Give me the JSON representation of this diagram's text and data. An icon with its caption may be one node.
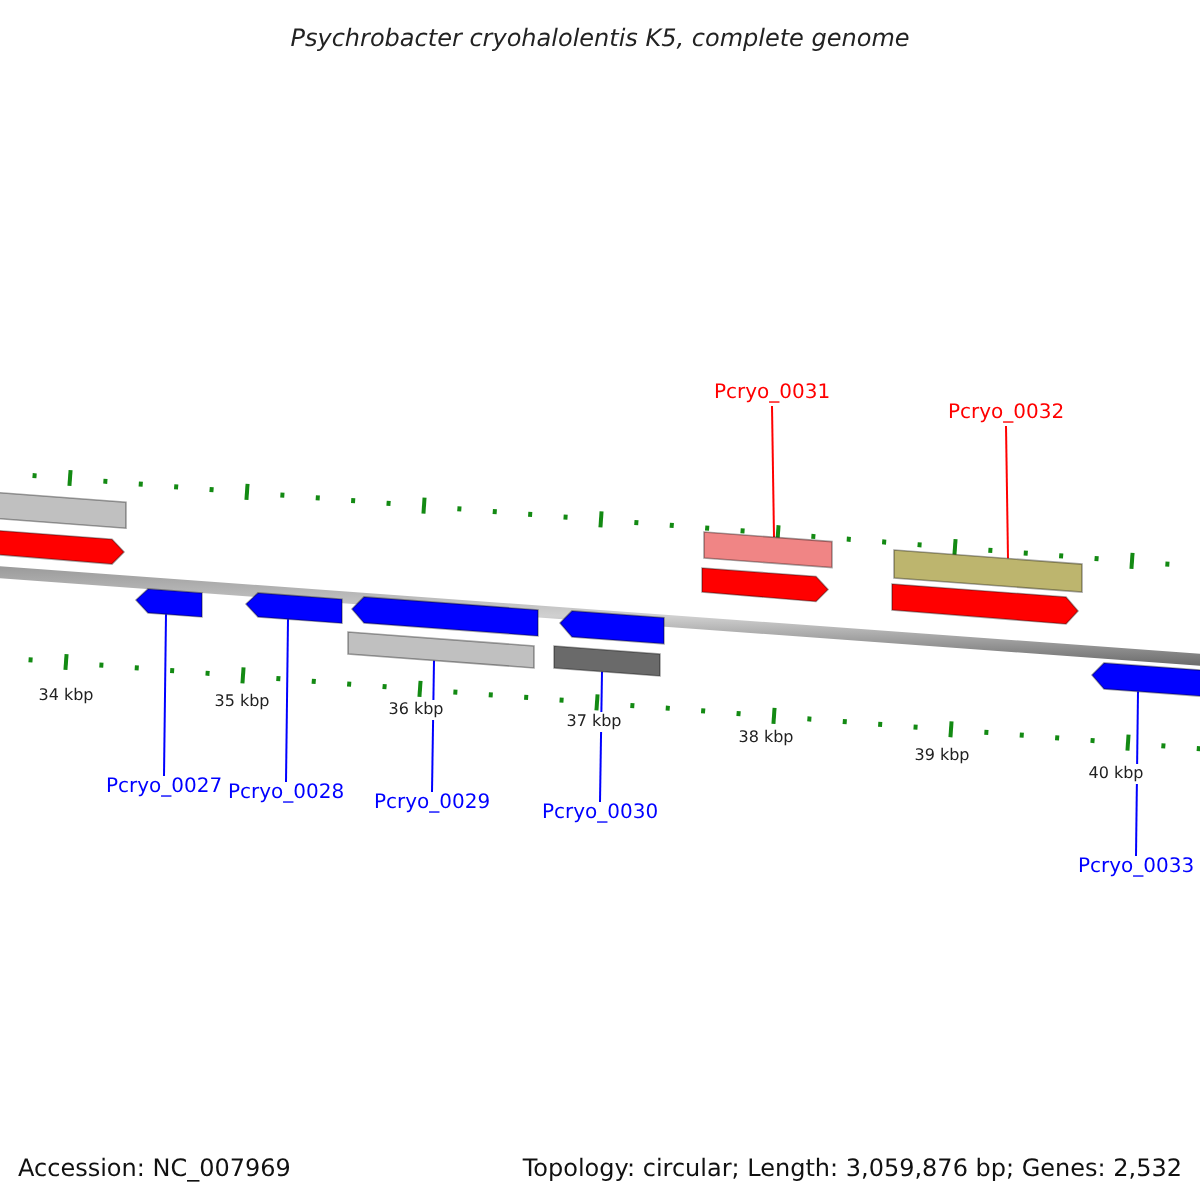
{
  "diagram": {
    "title": "Psychrobacter cryohalolentis K5, complete genome",
    "nodes": [
      {
        "text": [
          "Pcryo_0031"
        ]
      },
      {
        "text": [
          "Pcryo_0032"
        ]
      },
      {
        "text": [],
        "shape": "bar"
      },
      {
        "text": [],
        "shape": "pentagon"
      },
      {
        "text": [],
        "shape": "bar"
      },
      {
        "text": [],
        "shape": "pentagon"
      },
      {
        "text": [],
        "shape": "bar"
      },
      {
        "text": [],
        "shape": "pentagon"
      },
      {
        "text": [],
        "shape": "pentagon"
      },
      {
        "text": [],
        "shape": "pentagon"
      },
      {
        "text": [],
        "shape": "pentagon"
      },
      {
        "text": [],
        "shape": "bar"
      },
      {
        "text": [],
        "shape": "pentagon"
      },
      {
        "text": [],
        "shape": "bar"
      },
      {
        "text": [],
        "shape": "pentagon"
      },
      {
        "text": [
          "Pcryo_0027"
        ]
      },
      {
        "text": [
          "Pcryo_0028"
        ]
      },
      {
        "text": [
          "Pcryo_0029"
        ]
      },
      {
        "text": [
          "Pcryo_0030"
        ]
      },
      {
        "text": [
          "Pcryo_0033"
        ]
      }
    ],
    "edges": [
      {
        "from": 0,
        "to": 4,
        "arrow": "none",
        "color": "#ff0000"
      },
      {
        "from": 1,
        "to": 6,
        "arrow": "none",
        "color": "#ff0000"
      },
      {
        "from": 15,
        "to": 8,
        "arrow": "none"
      },
      {
        "from": 16,
        "to": 9,
        "arrow": "none"
      },
      {
        "from": 17,
        "to": 11,
        "arrow": "none"
      },
      {
        "from": 18,
        "to": 13,
        "arrow": "none"
      },
      {
        "from": 19,
        "to": 14,
        "arrow": "none"
      }
    ],
    "labels": [
      "34 kbp",
      "35 kbp",
      "36 kbp",
      "37 kbp",
      "38 kbp",
      "39 kbp",
      "40 kbp",
      "Accession: NC_007969",
      "Topology: circular; Length: 3,059,876 bp; Genes: 2,532"
    ]
  }
}
